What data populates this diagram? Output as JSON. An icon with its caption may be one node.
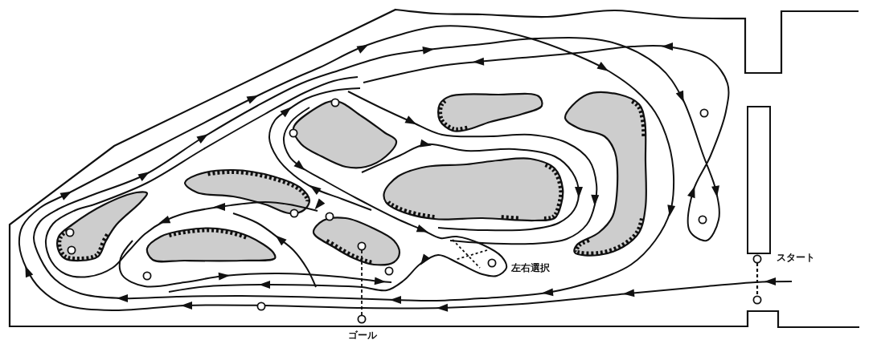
{
  "diagram": {
    "labels": [
      "スタート",
      "左右選択",
      "ゴール"
    ]
  }
}
